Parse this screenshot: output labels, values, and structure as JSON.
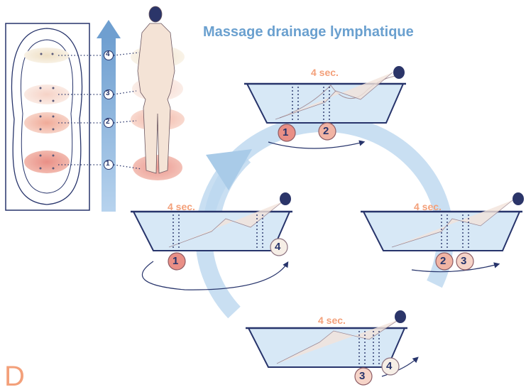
{
  "title": "Massage drainage lymphatique",
  "phase_duration": "4 sec.",
  "zones": [
    "1",
    "2",
    "3",
    "4"
  ],
  "baths": [
    {
      "id": "top",
      "active_zones": [
        "1",
        "2"
      ]
    },
    {
      "id": "right",
      "active_zones": [
        "2",
        "3"
      ]
    },
    {
      "id": "bottom",
      "active_zones": [
        "3",
        "4"
      ]
    },
    {
      "id": "left",
      "active_zones": [
        "1",
        "4"
      ]
    }
  ],
  "colors": {
    "title": "#6aa0cf",
    "seconds": "#f3a07a",
    "zone1": "#e98f86",
    "zone2": "#f1b4a4",
    "zone3": "#f6d4c8",
    "zone4": "#efe2c8",
    "water": "#cfe3f4",
    "bath_outline": "#27346b",
    "cycle_arrow": "#a9cbe8"
  },
  "cropped_letter": "D"
}
